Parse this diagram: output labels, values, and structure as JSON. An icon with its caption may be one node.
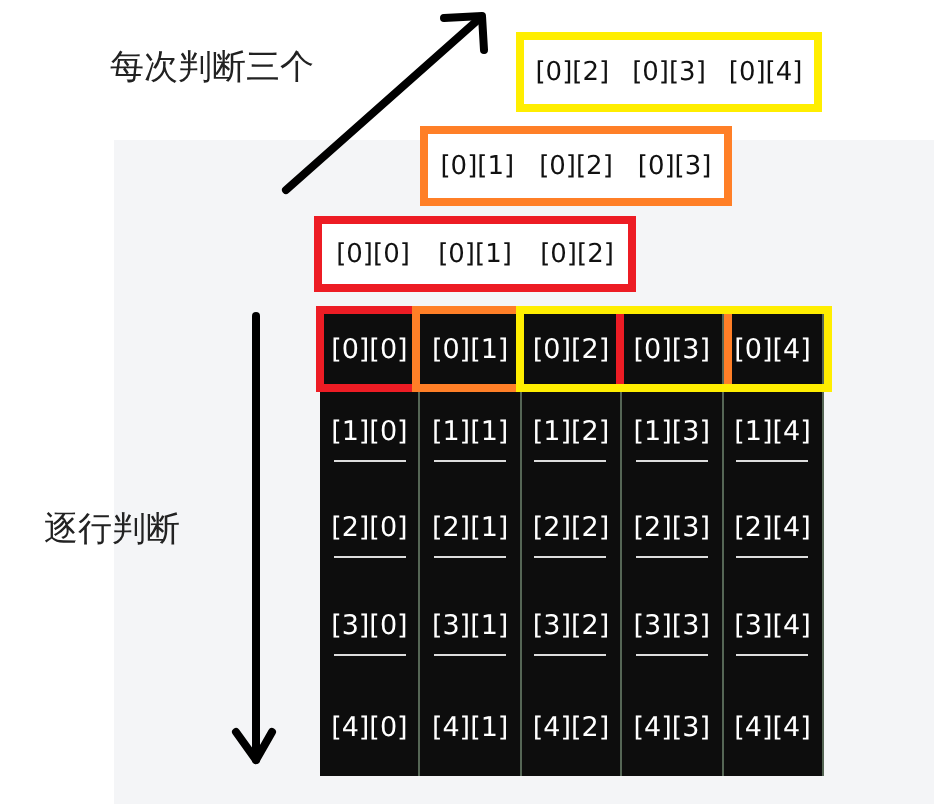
{
  "diagram": {
    "nodes": [
      {
        "text": [
          "[0][2]",
          "[0][3]",
          "[0][4]"
        ]
      },
      {
        "text": [
          "[0][1]",
          "[0][2]",
          "[0][3]"
        ]
      },
      {
        "text": [
          "[0][0]",
          "[0][1]",
          "[0][2]"
        ]
      }
    ],
    "labels": [
      "每次判断三个",
      "逐行判断",
      "[0][0]",
      "[0][1]",
      "[0][2]",
      "[0][3]",
      "[0][4]",
      "[1][0]",
      "[1][1]",
      "[1][2]",
      "[1][3]",
      "[1][4]",
      "[2][0]",
      "[2][1]",
      "[2][2]",
      "[2][3]",
      "[2][4]",
      "[3][0]",
      "[3][1]",
      "[3][2]",
      "[3][3]",
      "[3][4]",
      "[4][0]",
      "[4][1]",
      "[4][2]",
      "[4][3]",
      "[4][4]"
    ]
  }
}
